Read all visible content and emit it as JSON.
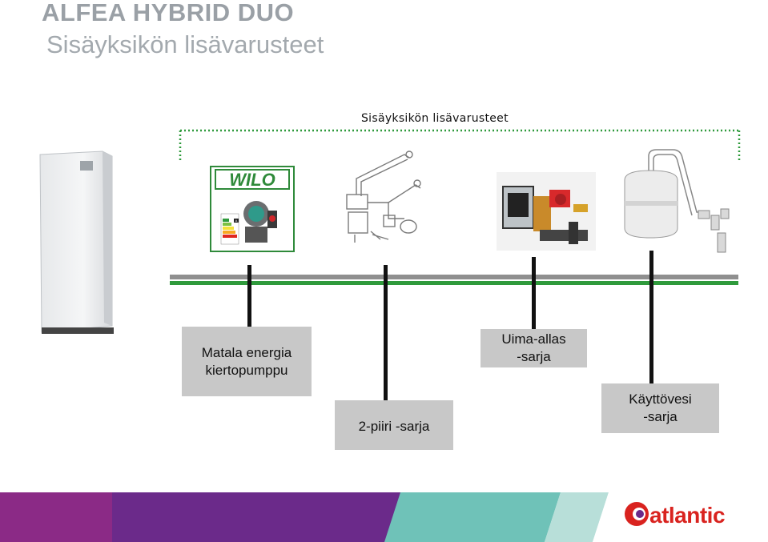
{
  "header": {
    "title": "ALFEA HYBRID DUO",
    "subtitle": "Sisäyksikön lisävarusteet"
  },
  "diagram": {
    "bracket_label": "Sisäyksikön lisävarusteet",
    "components": [
      {
        "label_line1": "Matala energia",
        "label_line2": "kiertopumppu"
      },
      {
        "label_line1": "2-piiri -sarja",
        "label_line2": ""
      },
      {
        "label_line1": "Uima-allas",
        "label_line2": "-sarja"
      },
      {
        "label_line1": "Käyttövesi",
        "label_line2": "-sarja"
      }
    ],
    "pump_brand": "WILO",
    "energy_class": "A"
  },
  "footer": {
    "logo_text": "atlantic"
  },
  "colors": {
    "title_gray": "#9aa0a6",
    "bus_green": "#2f9a3c",
    "bus_gray": "#8f8f8f",
    "box_gray": "#c8c8c8",
    "footer_magenta": "#8b2a86",
    "footer_purple": "#6b2a8a",
    "footer_teal": "#6fc2b8",
    "logo_red": "#d9231f"
  }
}
